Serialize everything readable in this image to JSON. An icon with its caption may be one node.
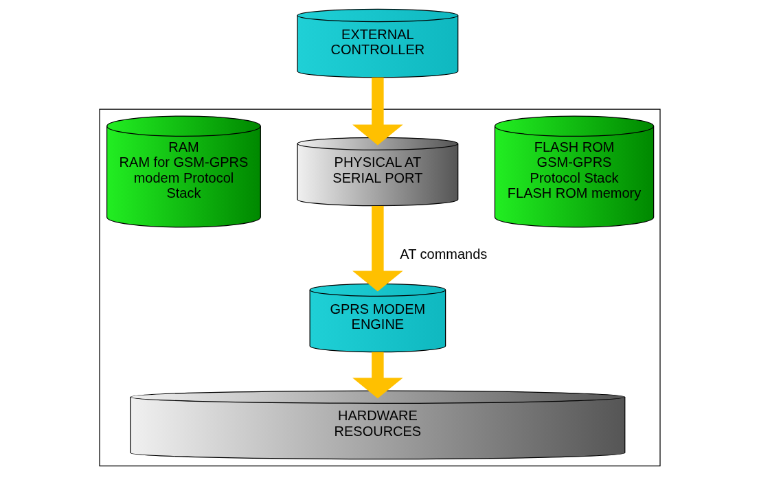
{
  "diagram": {
    "nodes": [
      {
        "text": [],
        "shape": "box"
      },
      {
        "text": [
          "EXTERNAL CONTROLLER"
        ]
      },
      {
        "text": [
          "FLASH ROM",
          "GSM-GPRS Protocol Stack FLASH ROM memory"
        ],
        "in": 0
      },
      {
        "text": [
          "PHYSICAL AT SERIAL PORT"
        ],
        "in": 0
      },
      {
        "text": [
          "RAM",
          "RAM for GSM-GPRS modem Protocol Stack"
        ],
        "in": 0
      },
      {
        "text": [
          "GPRS MODEM ENGINE"
        ],
        "in": 0
      },
      {
        "text": [
          "HARDWARE RESOURCES"
        ],
        "in": 0
      }
    ],
    "edges": [
      {
        "from": 1,
        "to": 3,
        "arrow": "to"
      },
      {
        "from": 3,
        "to": 5,
        "arrow": "to",
        "label": "AT commands"
      },
      {
        "from": 5,
        "to": 6,
        "arrow": "to"
      }
    ]
  }
}
